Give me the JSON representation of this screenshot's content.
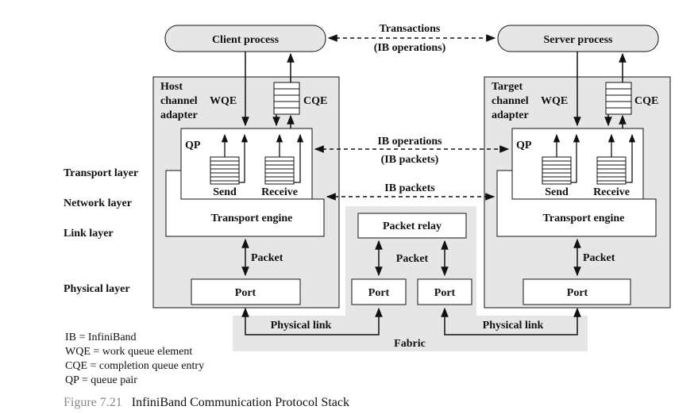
{
  "processes": {
    "client": "Client process",
    "server": "Server process"
  },
  "transactions": {
    "line1": "Transactions",
    "line2": "(IB operations)"
  },
  "host_adapter": {
    "line1": "Host",
    "line2": "channel",
    "line3": "adapter"
  },
  "target_adapter": {
    "line1": "Target",
    "line2": "channel",
    "line3": "adapter"
  },
  "queue_labels": {
    "wqe": "WQE",
    "cqe": "CQE",
    "qp": "QP",
    "send": "Send",
    "receive": "Receive"
  },
  "ib_operations": {
    "line1": "IB operations",
    "line2": "(IB packets)"
  },
  "ib_packets": "IB packets",
  "transport_engine": "Transport engine",
  "layers": {
    "transport": "Transport layer",
    "network": "Network layer",
    "link": "Link layer",
    "physical": "Physical layer"
  },
  "packet": "Packet",
  "port": "Port",
  "packet_relay": "Packet relay",
  "physical_link": "Physical link",
  "fabric": "Fabric",
  "legend": [
    "IB = InfiniBand",
    "WQE = work queue element",
    "CQE = completion queue entry",
    "QP = queue pair"
  ],
  "caption": {
    "number": "Figure 7.21",
    "title": "InfiniBand Communication Protocol Stack"
  },
  "colors": {
    "panel": "#e6e6e6",
    "line": "#111111",
    "box": "#ffffff"
  }
}
